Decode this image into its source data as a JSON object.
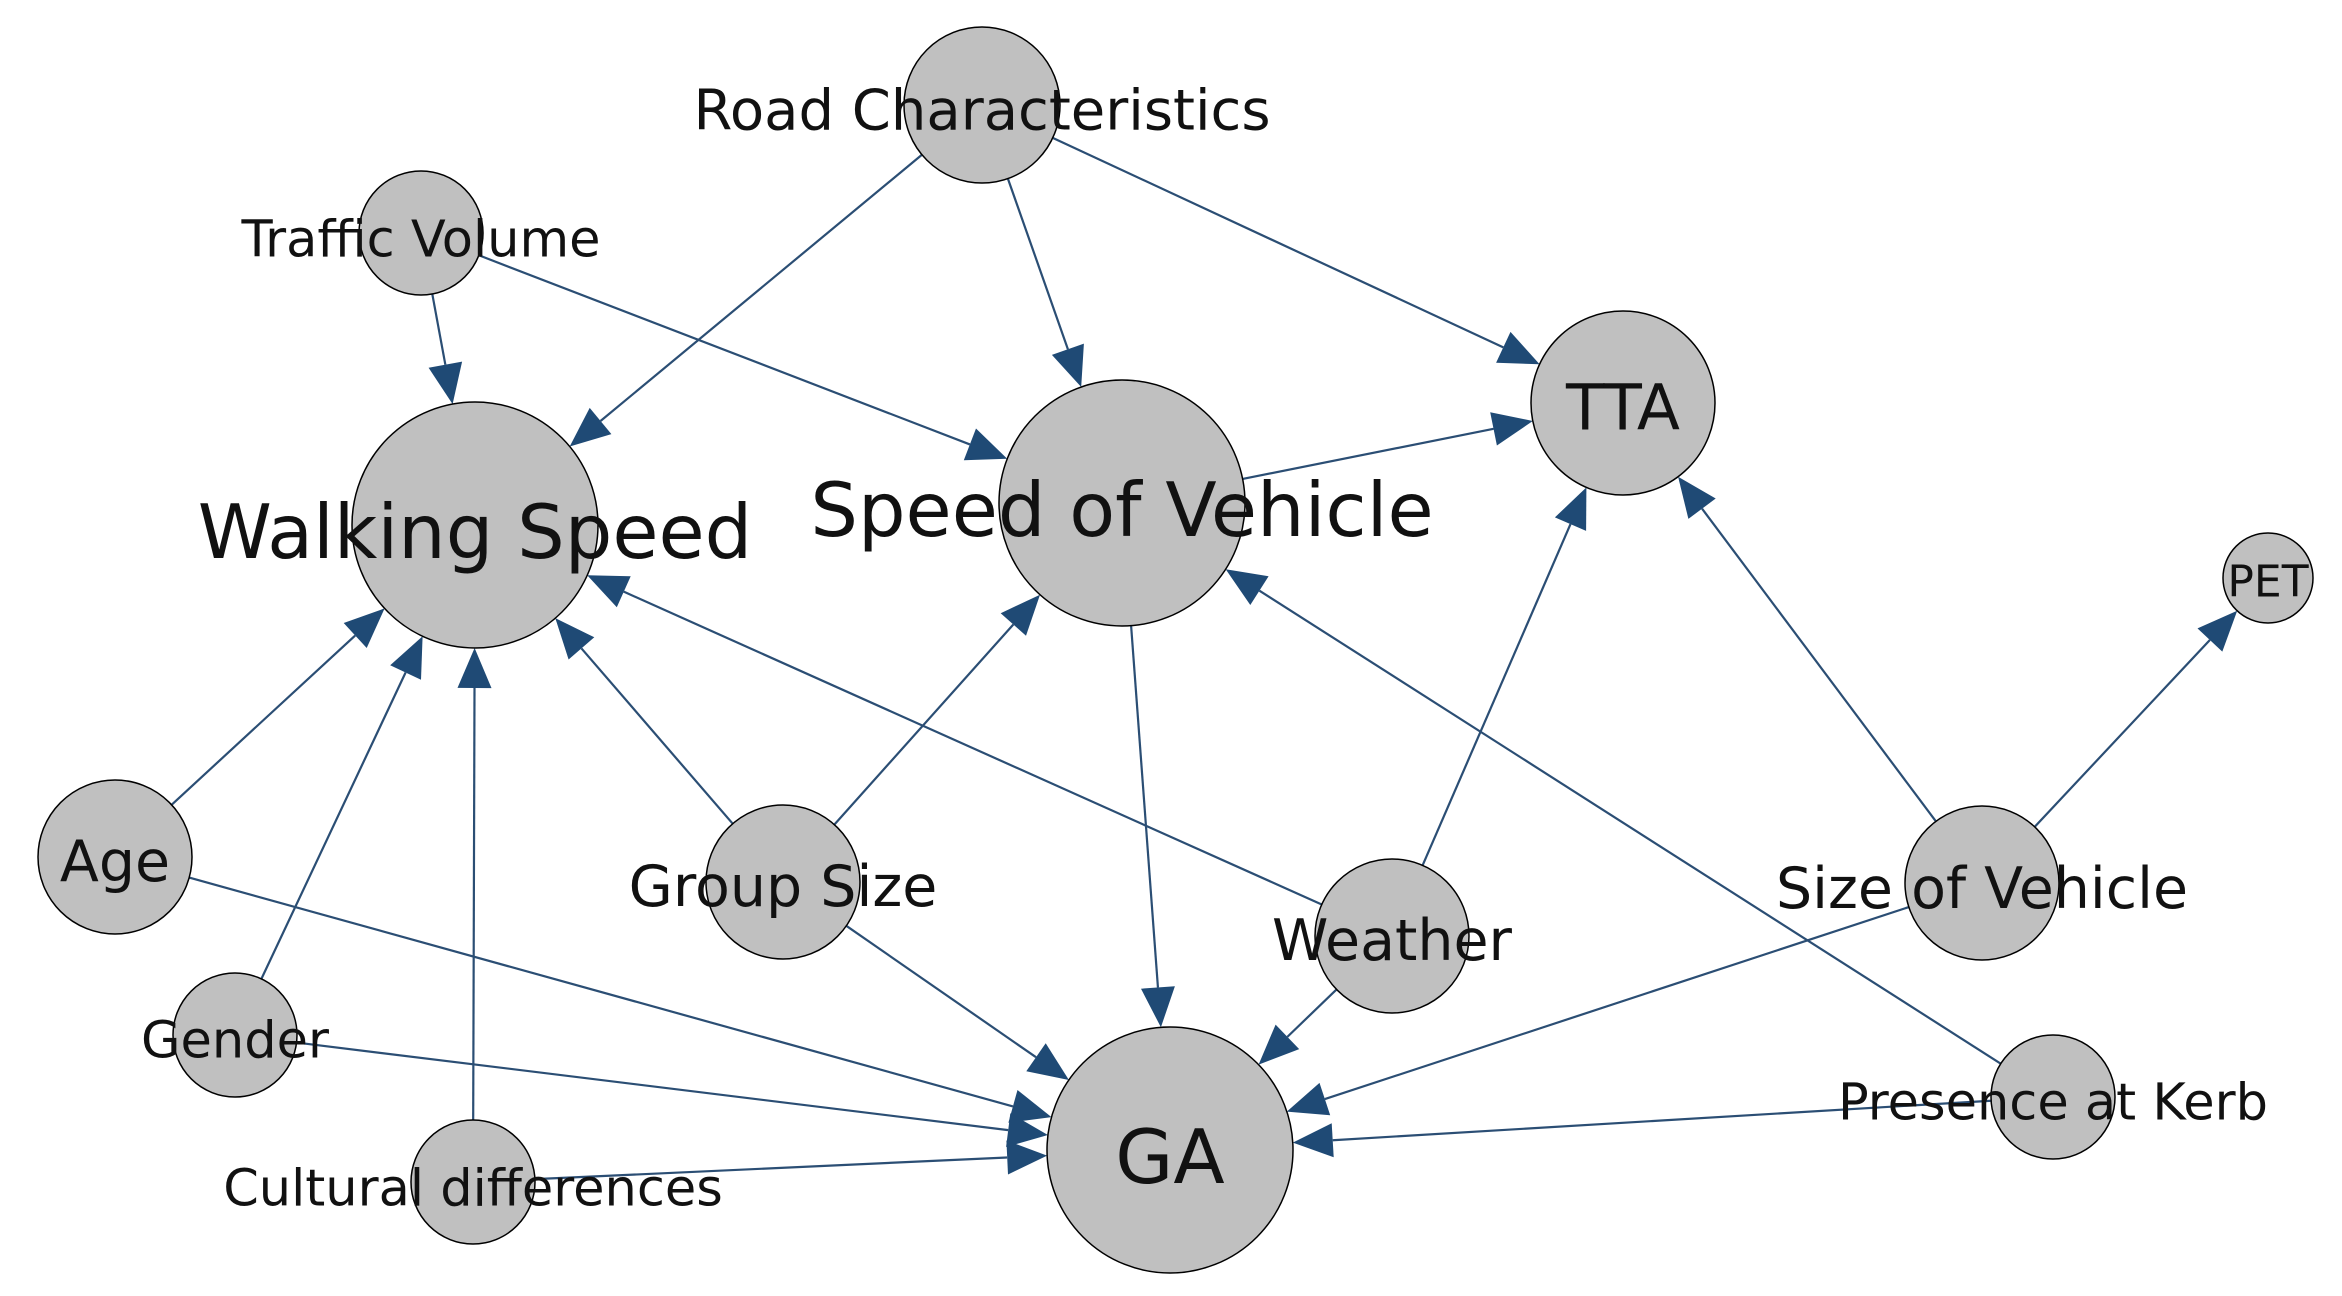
{
  "diagram": {
    "type": "directed-graph",
    "colors": {
      "node_fill": "#c0c0c0",
      "node_stroke": "#000000",
      "edge": "#2b4e74",
      "arrowhead": "#1f4a75",
      "label": "#111111"
    },
    "nodes": [
      {
        "id": "road",
        "label": "Road Characteristics"
      },
      {
        "id": "traffic",
        "label": "Traffic Volume"
      },
      {
        "id": "walking",
        "label": "Walking Speed"
      },
      {
        "id": "speed",
        "label": "Speed of Vehicle"
      },
      {
        "id": "tta",
        "label": "TTA"
      },
      {
        "id": "pet",
        "label": "PET"
      },
      {
        "id": "age",
        "label": "Age"
      },
      {
        "id": "group",
        "label": "Group Size"
      },
      {
        "id": "weather",
        "label": "Weather"
      },
      {
        "id": "size",
        "label": "Size of Vehicle"
      },
      {
        "id": "gender",
        "label": "Gender"
      },
      {
        "id": "cultural",
        "label": "Cultural differences"
      },
      {
        "id": "ga",
        "label": "GA"
      },
      {
        "id": "kerb",
        "label": "Presence at Kerb"
      }
    ],
    "edges": [
      {
        "from": "road",
        "to": "walking"
      },
      {
        "from": "road",
        "to": "speed"
      },
      {
        "from": "road",
        "to": "tta"
      },
      {
        "from": "traffic",
        "to": "walking"
      },
      {
        "from": "traffic",
        "to": "speed"
      },
      {
        "from": "speed",
        "to": "tta"
      },
      {
        "from": "speed",
        "to": "ga"
      },
      {
        "from": "age",
        "to": "walking"
      },
      {
        "from": "age",
        "to": "ga"
      },
      {
        "from": "gender",
        "to": "walking"
      },
      {
        "from": "gender",
        "to": "ga"
      },
      {
        "from": "cultural",
        "to": "walking"
      },
      {
        "from": "cultural",
        "to": "ga"
      },
      {
        "from": "group",
        "to": "walking"
      },
      {
        "from": "group",
        "to": "speed"
      },
      {
        "from": "group",
        "to": "ga"
      },
      {
        "from": "weather",
        "to": "walking"
      },
      {
        "from": "weather",
        "to": "tta"
      },
      {
        "from": "weather",
        "to": "ga"
      },
      {
        "from": "size",
        "to": "tta"
      },
      {
        "from": "size",
        "to": "pet"
      },
      {
        "from": "size",
        "to": "ga"
      },
      {
        "from": "kerb",
        "to": "speed"
      },
      {
        "from": "kerb",
        "to": "ga"
      }
    ]
  }
}
